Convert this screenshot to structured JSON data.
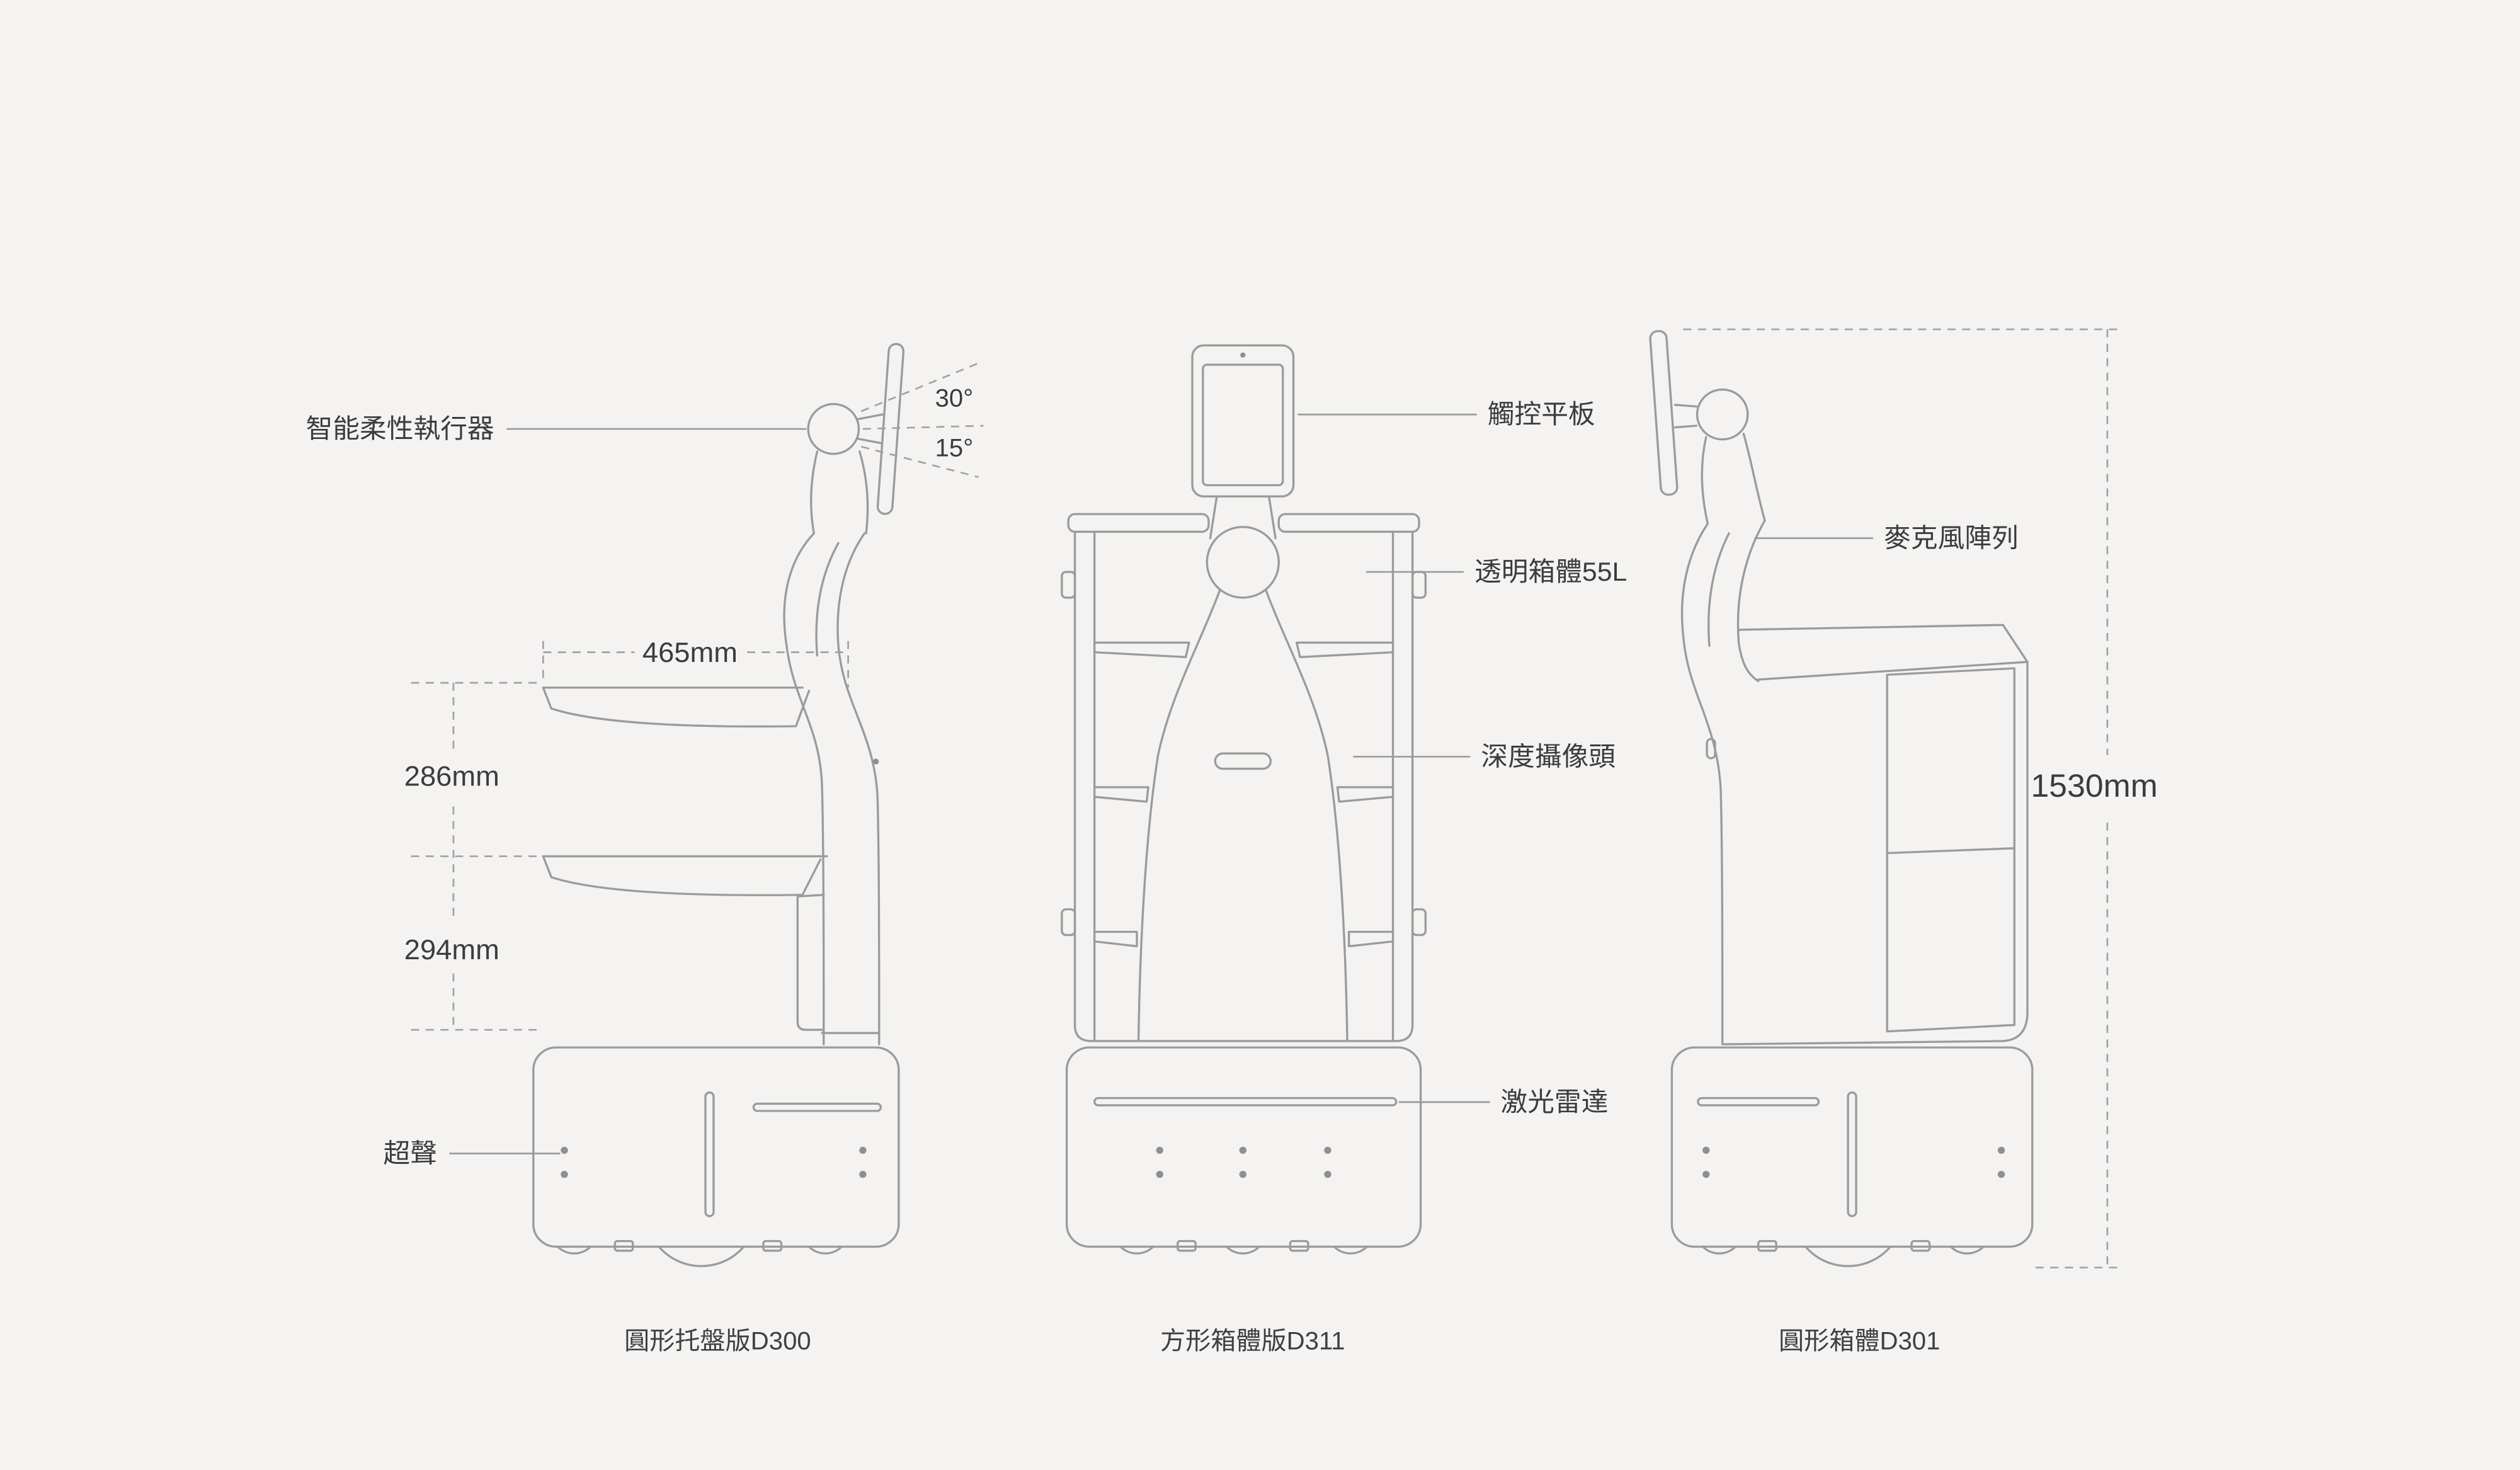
{
  "page": {
    "background": "#f4f3f2",
    "line_color": "#9b9b9b",
    "text_color": "#3c3c3c"
  },
  "robots": {
    "d300": {
      "caption": "圓形托盤版D300",
      "labels": {
        "actuator": "智能柔性執行器",
        "tilt_up": "30°",
        "tilt_down": "15°",
        "tray_width": "465mm",
        "gap_upper": "286mm",
        "gap_lower": "294mm",
        "ultrasonic": "超聲"
      }
    },
    "d311": {
      "caption": "方形箱體版D311",
      "labels": {
        "tablet": "觸控平板",
        "cabinet": "透明箱體55L",
        "depth_camera": "深度攝像頭",
        "lidar": "激光雷達"
      }
    },
    "d301": {
      "caption": "圓形箱體D301",
      "labels": {
        "mic_array": "麥克風陣列",
        "height": "1530mm"
      }
    }
  }
}
